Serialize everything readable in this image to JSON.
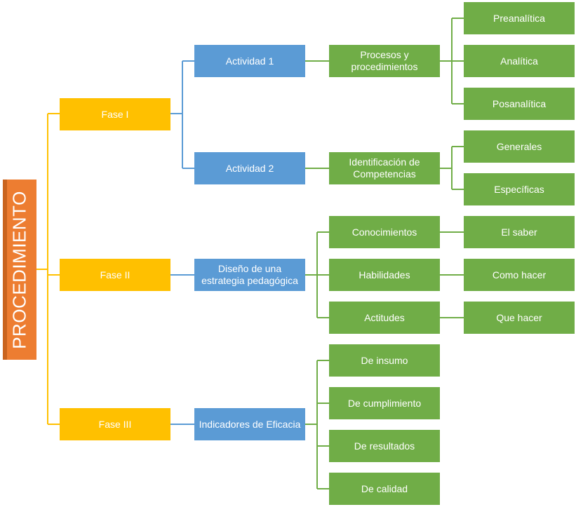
{
  "root": {
    "label": "PROCEDIMIENTO"
  },
  "phases": [
    {
      "label": "Fase I"
    },
    {
      "label": "Fase II"
    },
    {
      "label": "Fase III"
    }
  ],
  "activities": [
    {
      "label": "Actividad 1"
    },
    {
      "label": "Actividad 2"
    },
    {
      "label": "Diseño de una estrategia pedagógica"
    },
    {
      "label": "Indicadores de  Eficacia"
    }
  ],
  "level3": [
    {
      "label": "Procesos y procedimientos"
    },
    {
      "label": "Identificación de Competencias"
    },
    {
      "label": "Conocimientos"
    },
    {
      "label": "Habilidades"
    },
    {
      "label": "Actitudes"
    },
    {
      "label": "De insumo"
    },
    {
      "label": "De cumplimiento"
    },
    {
      "label": "De resultados"
    },
    {
      "label": "De calidad"
    }
  ],
  "level4": [
    {
      "label": "Preanalítica"
    },
    {
      "label": "Analítica"
    },
    {
      "label": "Posanalítica"
    },
    {
      "label": "Generales"
    },
    {
      "label": "Específicas"
    },
    {
      "label": "El saber"
    },
    {
      "label": "Como hacer"
    },
    {
      "label": "Que hacer"
    }
  ],
  "colors": {
    "root": "#ED7D31",
    "phase": "#FFC000",
    "activity": "#5B9BD5",
    "leaf": "#70AD47"
  }
}
